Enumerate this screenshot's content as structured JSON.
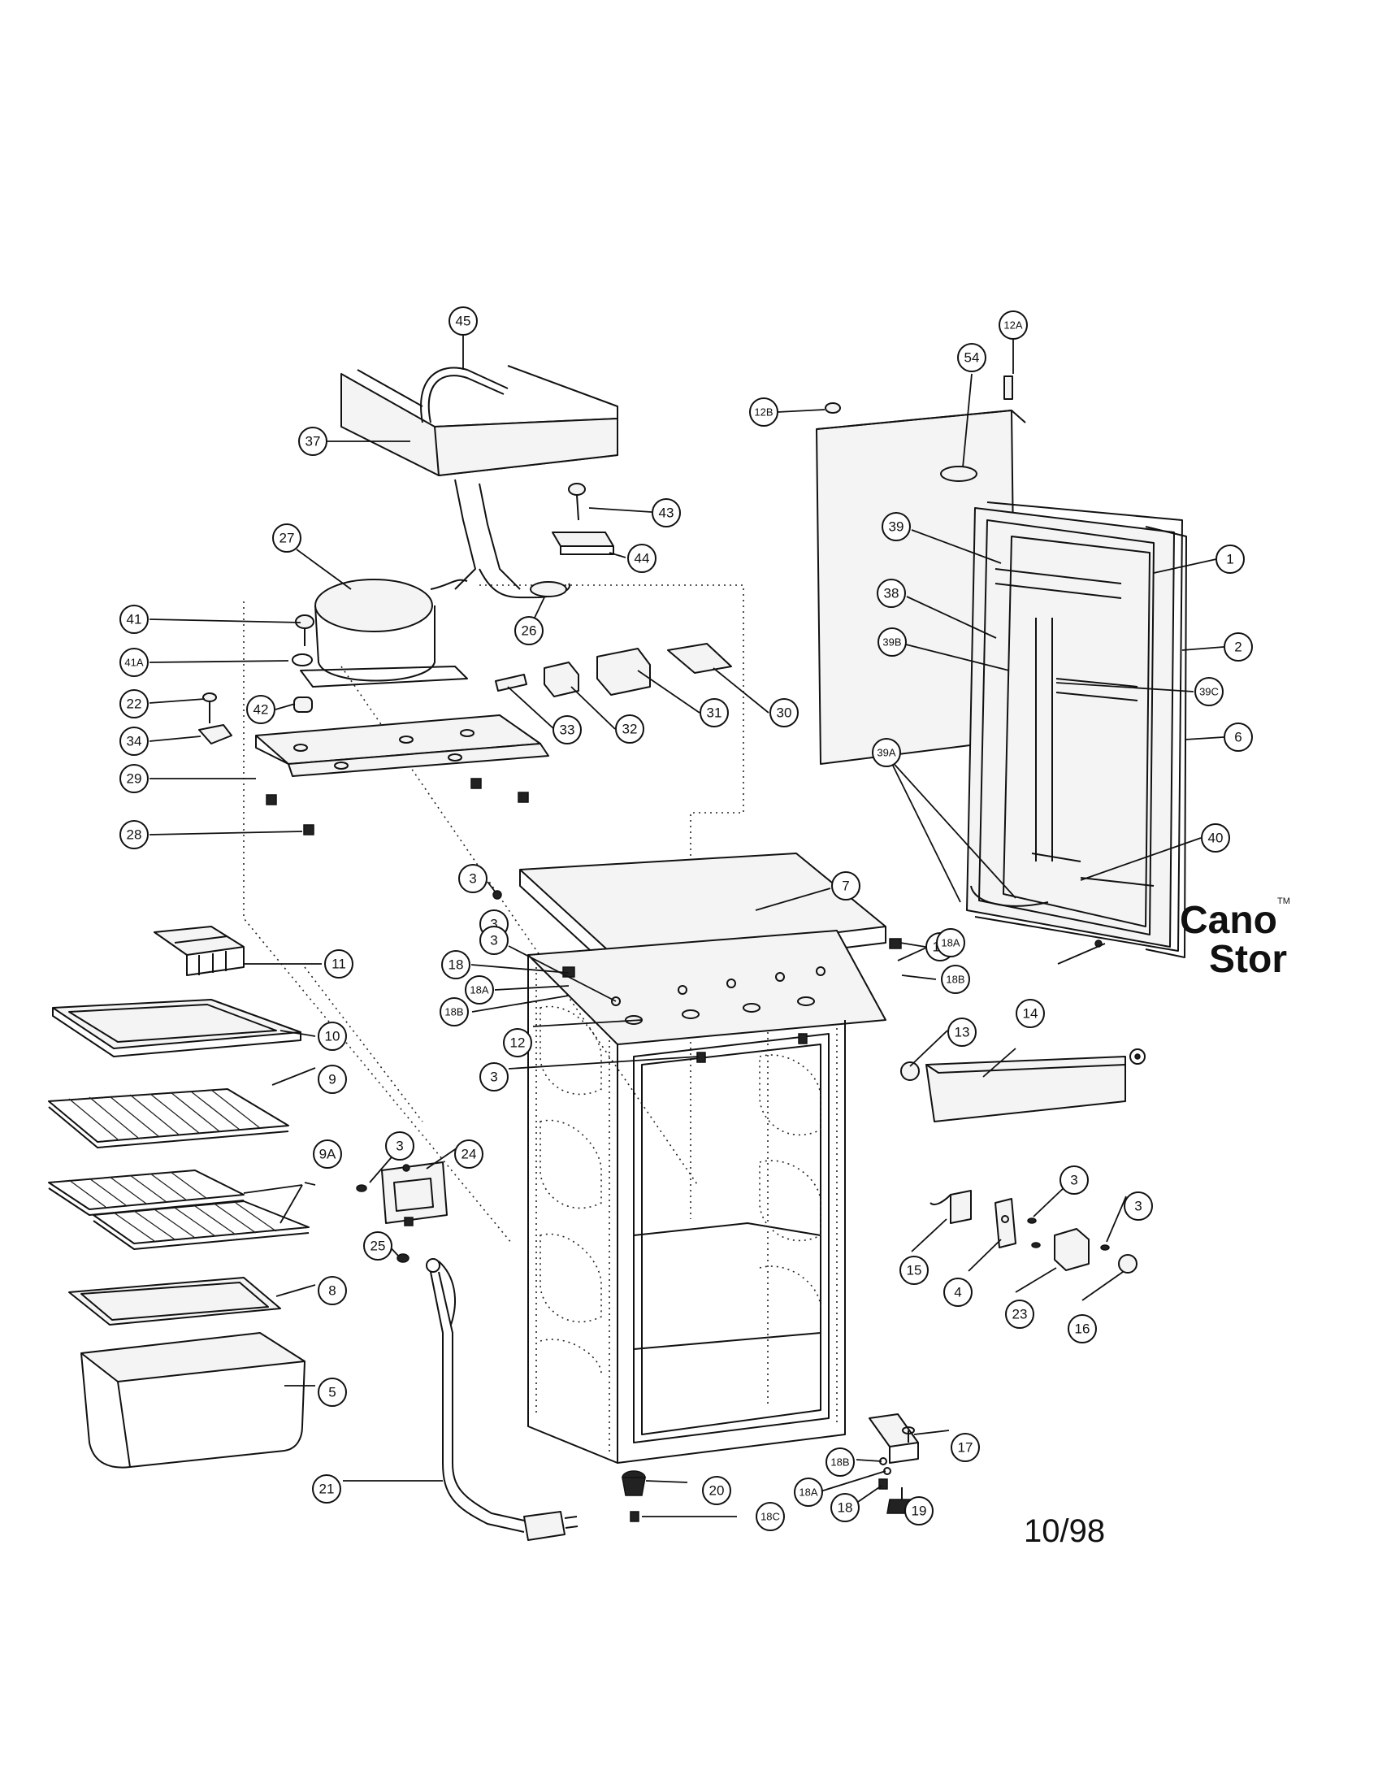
{
  "logo": {
    "line1": "Cano",
    "line2": "Stor",
    "mark": "TM"
  },
  "date_stamp": "10/98",
  "callouts": [
    {
      "label": "45"
    },
    {
      "label": "12A"
    },
    {
      "label": "54"
    },
    {
      "label": "12B"
    },
    {
      "label": "37"
    },
    {
      "label": "43"
    },
    {
      "label": "44"
    },
    {
      "label": "39"
    },
    {
      "label": "1"
    },
    {
      "label": "27"
    },
    {
      "label": "38"
    },
    {
      "label": "2"
    },
    {
      "label": "41"
    },
    {
      "label": "26"
    },
    {
      "label": "39B"
    },
    {
      "label": "39C"
    },
    {
      "label": "41A"
    },
    {
      "label": "22"
    },
    {
      "label": "42"
    },
    {
      "label": "31"
    },
    {
      "label": "30"
    },
    {
      "label": "33"
    },
    {
      "label": "32"
    },
    {
      "label": "34"
    },
    {
      "label": "6"
    },
    {
      "label": "29"
    },
    {
      "label": "39A"
    },
    {
      "label": "28"
    },
    {
      "label": "40"
    },
    {
      "label": "3"
    },
    {
      "label": "7"
    },
    {
      "label": "3"
    },
    {
      "label": "18"
    },
    {
      "label": "18A"
    },
    {
      "label": "3"
    },
    {
      "label": "11"
    },
    {
      "label": "18"
    },
    {
      "label": "18B"
    },
    {
      "label": "18A"
    },
    {
      "label": "18B"
    },
    {
      "label": "10"
    },
    {
      "label": "12"
    },
    {
      "label": "13"
    },
    {
      "label": "14"
    },
    {
      "label": "3"
    },
    {
      "label": "9"
    },
    {
      "label": "3"
    },
    {
      "label": "9A"
    },
    {
      "label": "24"
    },
    {
      "label": "3"
    },
    {
      "label": "3"
    },
    {
      "label": "25"
    },
    {
      "label": "15"
    },
    {
      "label": "4"
    },
    {
      "label": "8"
    },
    {
      "label": "23"
    },
    {
      "label": "16"
    },
    {
      "label": "5"
    },
    {
      "label": "17"
    },
    {
      "label": "18B"
    },
    {
      "label": "21"
    },
    {
      "label": "20"
    },
    {
      "label": "18A"
    },
    {
      "label": "18"
    },
    {
      "label": "19"
    },
    {
      "label": "18C"
    }
  ]
}
